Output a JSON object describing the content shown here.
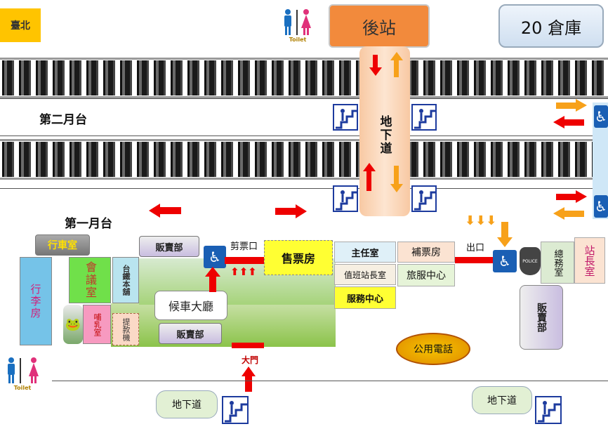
{
  "station_label": "臺北",
  "toilet_label": "Toilet",
  "back_station": "後站",
  "warehouse": "20 倉庫",
  "platform2": "第二月台",
  "platform1": "第一月台",
  "underpass_vertical": "地下道",
  "rooms": {
    "dispatch": "行車室",
    "luggage": "行李房",
    "meeting": "會議室",
    "taicheng": "台鐵本舖",
    "nursing": "哺乳室",
    "atm": "提款機",
    "shop1": "販賣部",
    "shop2": "販賣部",
    "waiting": "候車大廳",
    "ticket_gate": "剪票口",
    "ticket_office": "售票房",
    "supervisor": "主任室",
    "duty_master": "值班站長室",
    "service": "服務中心",
    "fare_adjust": "補票房",
    "travel_service": "旅服中心",
    "exit": "出口",
    "general_affairs": "總務室",
    "stationmaster": "站長室",
    "shop3": "販賣部",
    "public_phone": "公用電話",
    "main_gate": "大門"
  },
  "callouts": {
    "left": "地下道",
    "right": "地下道"
  },
  "police_label": "POLICE",
  "colors": {
    "orange_box": "#f28a3c",
    "red": "#ee0000",
    "orange": "#f7a11a",
    "green": "#8bc34a"
  }
}
